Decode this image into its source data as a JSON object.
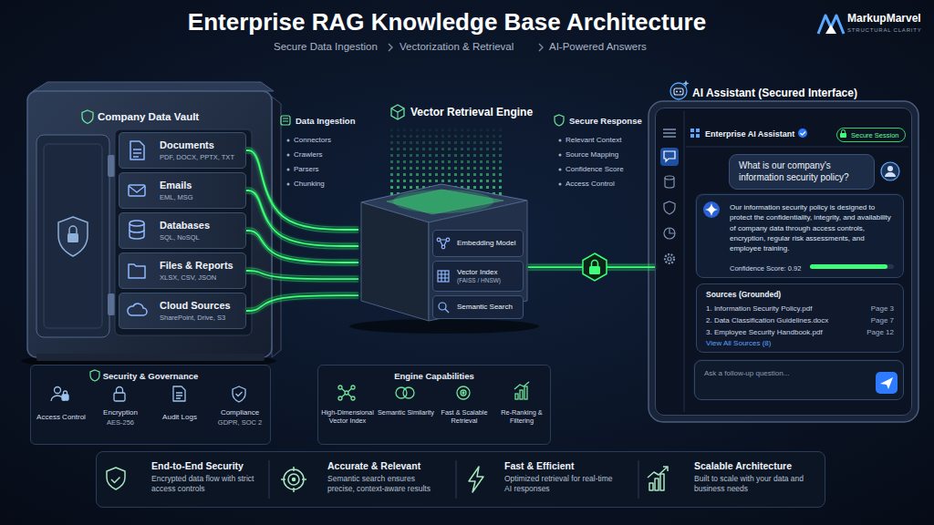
{
  "diagram": {
    "title": "Enterprise RAG Knowledge Base Architecture",
    "nodes": [
      {
        "text": [
          "Company Data Vault"
        ]
      },
      {
        "text": [
          "Documents",
          "PDF, DOCX, PPTX, TXT"
        ],
        "in": 0
      },
      {
        "text": [
          "Emails",
          "EML, MSG"
        ],
        "in": 0
      },
      {
        "text": [
          "Databases",
          "SQL, NoSQL"
        ],
        "in": 0
      },
      {
        "text": [
          "Files & Reports",
          "XLSX, CSV, JSON"
        ],
        "in": 0
      },
      {
        "text": [
          "Cloud Sources",
          "SharePoint, Drive, S3"
        ],
        "in": 0
      },
      {
        "text": [
          "Security & Governance",
          "Access Control",
          "Encryption",
          "AES-256",
          "Audit Logs",
          "Compliance",
          "GDPR, SOC 2"
        ]
      },
      {
        "text": [
          "Vector Retrieval Engine"
        ]
      },
      {
        "text": [
          "Embedding Model"
        ],
        "in": 7
      },
      {
        "text": [
          "Vector Index",
          "(FAISS / HNSW)"
        ],
        "in": 7
      },
      {
        "text": [
          "Semantic Search"
        ],
        "in": 7
      },
      {
        "text": [
          "Engine Capabilities",
          "High-Dimensional Vector Index",
          "Semantic Similarity",
          "Fast & Scalable Retrieval",
          "Re-Ranking & Filtering"
        ]
      },
      {
        "text": [
          "AI Assistant (Secured Interface)",
          "Enterprise AI Assistant"
        ]
      },
      {
        "text": [
          "Secure Session"
        ],
        "in": 12
      },
      {
        "text": [
          "What is our company's information security policy?"
        ],
        "in": 12
      },
      {
        "text": [
          "Our information security policy is designed to protect the confidentiality, integrity, and availability of company data through access controls, encryption, regular risk assessments, and employee training.",
          "Confidence Score: 0.92"
        ],
        "in": 12
      },
      {
        "text": [
          "Sources (Grounded)",
          "1. Information Security Policy.pdf",
          "Page 3",
          "2. Data Classification Guidelines.docx",
          "Page 7",
          "3. Employee Security Handbook.pdf",
          "Page 12",
          "View All Sources (8)"
        ],
        "in": 12
      },
      {
        "text": [
          "Ask a follow-up question..."
        ],
        "in": 12
      },
      {
        "text": [
          "End-to-End Security",
          "Encrypted data flow with strict access controls",
          "Accurate & Relevant",
          "Semantic search ensures precise, context-aware results",
          "Fast & Efficient",
          "Optimized retrieval for real-time AI responses",
          "Scalable Architecture",
          "Built to scale with your data and business needs"
        ]
      }
    ],
    "edges": [
      {
        "from": 1,
        "to": 7,
        "arrow": "none"
      },
      {
        "from": 2,
        "to": 7,
        "arrow": "none"
      },
      {
        "from": 3,
        "to": 7,
        "arrow": "none"
      },
      {
        "from": 4,
        "to": 7,
        "arrow": "none"
      },
      {
        "from": 5,
        "to": 7,
        "arrow": "none"
      },
      {
        "from": 7,
        "to": 12,
        "arrow": "none"
      }
    ],
    "labels": [
      "Secure Data Ingestion",
      "Vectorization & Retrieval",
      "AI-Powered Answers",
      "MarkupMarvel",
      "STRUCTURAL CLARITY",
      "Data Ingestion",
      "Connectors",
      "Crawlers",
      "Parsers",
      "Chunking",
      "Secure Response",
      "Relevant Context",
      "Source Mapping",
      "Confidence Score",
      "Access Control"
    ]
  }
}
